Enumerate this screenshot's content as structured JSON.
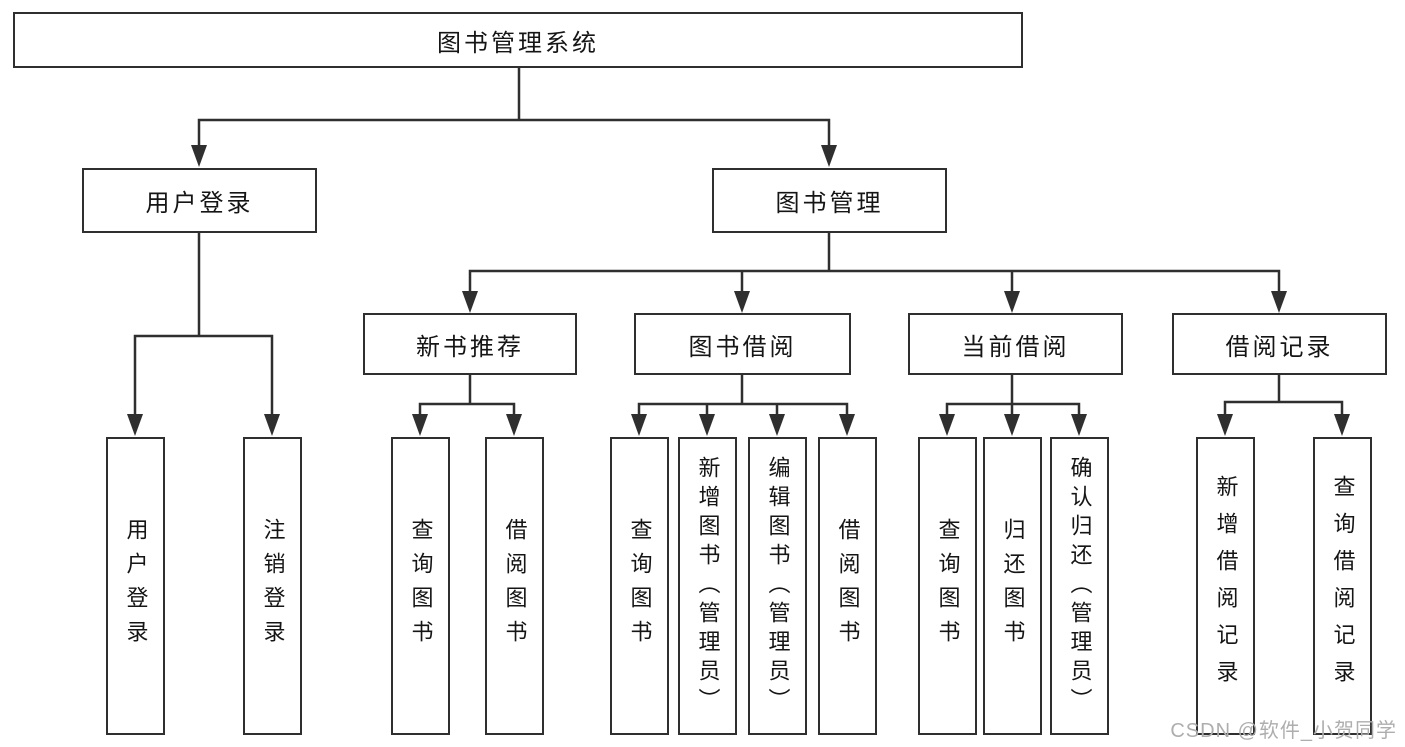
{
  "diagram": {
    "type": "tree",
    "root": {
      "label": "图书管理系统"
    },
    "level2": {
      "user_login": {
        "label": "用户登录"
      },
      "book_mgmt": {
        "label": "图书管理"
      }
    },
    "level3": {
      "new_book_rec": {
        "label": "新书推荐",
        "parent": "图书管理"
      },
      "book_borrow": {
        "label": "图书借阅",
        "parent": "图书管理"
      },
      "current_borrow": {
        "label": "当前借阅",
        "parent": "图书管理"
      },
      "borrow_records": {
        "label": "借阅记录",
        "parent": "图书管理"
      }
    },
    "leaves": [
      {
        "label": "用户登录",
        "parent": "用户登录"
      },
      {
        "label": "注销登录",
        "parent": "用户登录"
      },
      {
        "label": "查询图书",
        "parent": "新书推荐"
      },
      {
        "label": "借阅图书",
        "parent": "新书推荐"
      },
      {
        "label": "查询图书",
        "parent": "图书借阅"
      },
      {
        "label": "新增图书（管理员）",
        "parent": "图书借阅"
      },
      {
        "label": "编辑图书（管理员）",
        "parent": "图书借阅"
      },
      {
        "label": "借阅图书",
        "parent": "图书借阅"
      },
      {
        "label": "查询图书",
        "parent": "当前借阅"
      },
      {
        "label": "归还图书",
        "parent": "当前借阅"
      },
      {
        "label": "确认归还（管理员）",
        "parent": "当前借阅"
      },
      {
        "label": "新增借阅记录",
        "parent": "借阅记录"
      },
      {
        "label": "查询借阅记录",
        "parent": "借阅记录"
      }
    ]
  },
  "watermark": "CSDN @软件_小贺同学",
  "colors": {
    "line": "#2f2f2f",
    "text": "#151515",
    "watermark": "#aeaeae",
    "background": "#ffffff"
  }
}
